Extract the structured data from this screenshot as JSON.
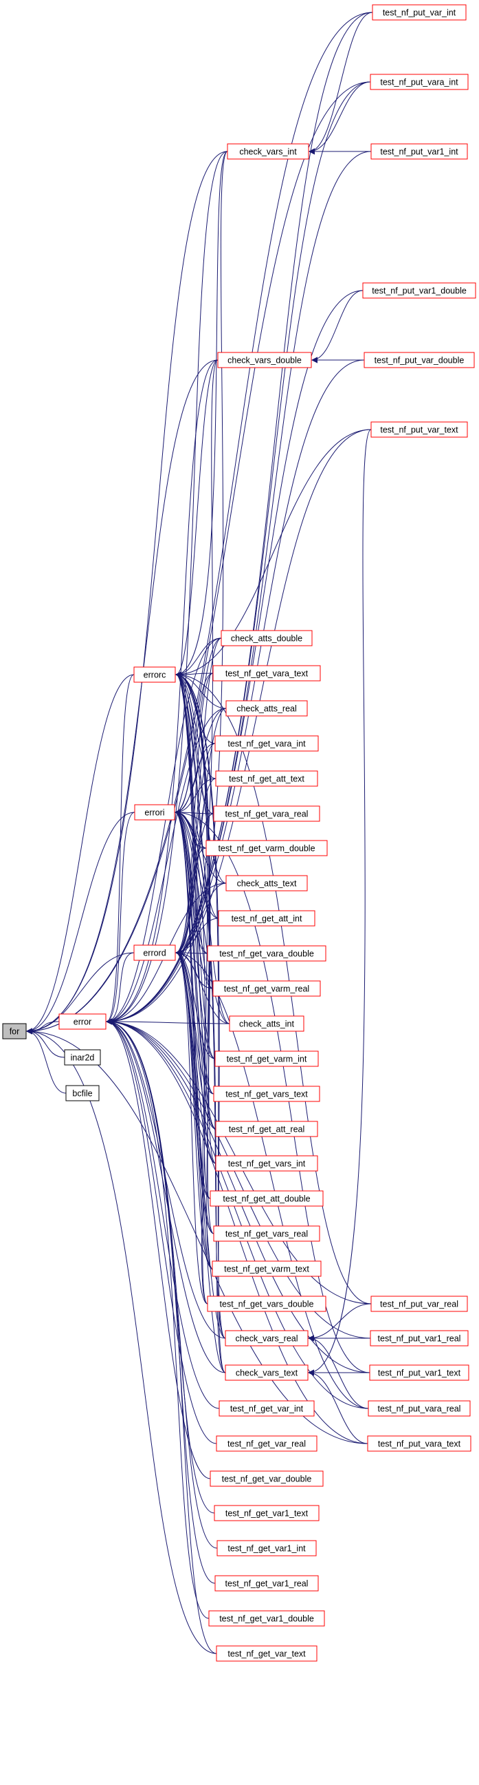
{
  "graph": {
    "edge_color": "#191970",
    "node_border_color": "#ff0000",
    "root_fill_color": "#bfbfbf",
    "nodes": [
      {
        "id": "for",
        "label": "for",
        "style": "root"
      },
      {
        "id": "error",
        "label": "error",
        "style": "red"
      },
      {
        "id": "inar2d",
        "label": "inar2d",
        "style": "black"
      },
      {
        "id": "bcfile",
        "label": "bcfile",
        "style": "black"
      },
      {
        "id": "errorc",
        "label": "errorc",
        "style": "red"
      },
      {
        "id": "errori",
        "label": "errori",
        "style": "red"
      },
      {
        "id": "errord",
        "label": "errord",
        "style": "red"
      },
      {
        "id": "check_vars_int",
        "label": "check_vars_int",
        "style": "red"
      },
      {
        "id": "check_vars_double",
        "label": "check_vars_double",
        "style": "red"
      },
      {
        "id": "check_atts_double",
        "label": "check_atts_double",
        "style": "red"
      },
      {
        "id": "test_nf_get_vara_text",
        "label": "test_nf_get_vara_text",
        "style": "red"
      },
      {
        "id": "check_atts_real",
        "label": "check_atts_real",
        "style": "red"
      },
      {
        "id": "test_nf_get_vara_int",
        "label": "test_nf_get_vara_int",
        "style": "red"
      },
      {
        "id": "test_nf_get_att_text",
        "label": "test_nf_get_att_text",
        "style": "red"
      },
      {
        "id": "test_nf_get_vara_real",
        "label": "test_nf_get_vara_real",
        "style": "red"
      },
      {
        "id": "test_nf_get_varm_double",
        "label": "test_nf_get_varm_double",
        "style": "red"
      },
      {
        "id": "check_atts_text",
        "label": "check_atts_text",
        "style": "red"
      },
      {
        "id": "test_nf_get_att_int",
        "label": "test_nf_get_att_int",
        "style": "red"
      },
      {
        "id": "test_nf_get_vara_double",
        "label": "test_nf_get_vara_double",
        "style": "red"
      },
      {
        "id": "test_nf_get_varm_real",
        "label": "test_nf_get_varm_real",
        "style": "red"
      },
      {
        "id": "check_atts_int",
        "label": "check_atts_int",
        "style": "red"
      },
      {
        "id": "test_nf_get_varm_int",
        "label": "test_nf_get_varm_int",
        "style": "red"
      },
      {
        "id": "test_nf_get_vars_text",
        "label": "test_nf_get_vars_text",
        "style": "red"
      },
      {
        "id": "test_nf_get_att_real",
        "label": "test_nf_get_att_real",
        "style": "red"
      },
      {
        "id": "test_nf_get_vars_int",
        "label": "test_nf_get_vars_int",
        "style": "red"
      },
      {
        "id": "test_nf_get_att_double",
        "label": "test_nf_get_att_double",
        "style": "red"
      },
      {
        "id": "test_nf_get_vars_real",
        "label": "test_nf_get_vars_real",
        "style": "red"
      },
      {
        "id": "test_nf_get_varm_text",
        "label": "test_nf_get_varm_text",
        "style": "red"
      },
      {
        "id": "test_nf_get_vars_double",
        "label": "test_nf_get_vars_double",
        "style": "red"
      },
      {
        "id": "check_vars_real",
        "label": "check_vars_real",
        "style": "red"
      },
      {
        "id": "check_vars_text",
        "label": "check_vars_text",
        "style": "red"
      },
      {
        "id": "test_nf_get_var_int",
        "label": "test_nf_get_var_int",
        "style": "red"
      },
      {
        "id": "test_nf_get_var_real",
        "label": "test_nf_get_var_real",
        "style": "red"
      },
      {
        "id": "test_nf_get_var_double",
        "label": "test_nf_get_var_double",
        "style": "red"
      },
      {
        "id": "test_nf_get_var1_text",
        "label": "test_nf_get_var1_text",
        "style": "red"
      },
      {
        "id": "test_nf_get_var1_int",
        "label": "test_nf_get_var1_int",
        "style": "red"
      },
      {
        "id": "test_nf_get_var1_real",
        "label": "test_nf_get_var1_real",
        "style": "red"
      },
      {
        "id": "test_nf_get_var1_double",
        "label": "test_nf_get_var1_double",
        "style": "red"
      },
      {
        "id": "test_nf_get_var_text",
        "label": "test_nf_get_var_text",
        "style": "red"
      },
      {
        "id": "test_nf_put_var_int",
        "label": "test_nf_put_var_int",
        "style": "red"
      },
      {
        "id": "test_nf_put_vara_int",
        "label": "test_nf_put_vara_int",
        "style": "red"
      },
      {
        "id": "test_nf_put_var1_int",
        "label": "test_nf_put_var1_int",
        "style": "red"
      },
      {
        "id": "test_nf_put_var1_double",
        "label": "test_nf_put_var1_double",
        "style": "red"
      },
      {
        "id": "test_nf_put_var_double",
        "label": "test_nf_put_var_double",
        "style": "red"
      },
      {
        "id": "test_nf_put_var_text",
        "label": "test_nf_put_var_text",
        "style": "red"
      },
      {
        "id": "test_nf_put_var_real",
        "label": "test_nf_put_var_real",
        "style": "red"
      },
      {
        "id": "test_nf_put_var1_real",
        "label": "test_nf_put_var1_real",
        "style": "red"
      },
      {
        "id": "test_nf_put_var1_text",
        "label": "test_nf_put_var1_text",
        "style": "red"
      },
      {
        "id": "test_nf_put_vara_real",
        "label": "test_nf_put_vara_real",
        "style": "red"
      },
      {
        "id": "test_nf_put_vara_text",
        "label": "test_nf_put_vara_text",
        "style": "red"
      }
    ],
    "edges": [
      [
        "error",
        "for"
      ],
      [
        "inar2d",
        "for"
      ],
      [
        "bcfile",
        "for"
      ],
      [
        "errorc",
        "for"
      ],
      [
        "errori",
        "for"
      ],
      [
        "errord",
        "for"
      ],
      [
        "check_vars_int",
        "for"
      ],
      [
        "check_vars_double",
        "for"
      ],
      [
        "test_nf_put_var_int",
        "for"
      ],
      [
        "test_nf_put_vara_int",
        "for"
      ],
      [
        "test_nf_get_var_text",
        "for"
      ],
      [
        "test_nf_put_vara_text",
        "for"
      ],
      [
        "errorc",
        "error"
      ],
      [
        "errori",
        "error"
      ],
      [
        "errord",
        "error"
      ],
      [
        "check_vars_int",
        "error"
      ],
      [
        "check_vars_double",
        "error"
      ],
      [
        "check_vars_real",
        "error"
      ],
      [
        "check_vars_text",
        "error"
      ],
      [
        "check_atts_double",
        "error"
      ],
      [
        "check_atts_real",
        "error"
      ],
      [
        "check_atts_text",
        "error"
      ],
      [
        "check_atts_int",
        "error"
      ],
      [
        "test_nf_get_var_int",
        "error"
      ],
      [
        "test_nf_get_var_real",
        "error"
      ],
      [
        "test_nf_get_var_double",
        "error"
      ],
      [
        "test_nf_get_var1_text",
        "error"
      ],
      [
        "test_nf_get_var1_int",
        "error"
      ],
      [
        "test_nf_get_var1_real",
        "error"
      ],
      [
        "test_nf_get_var1_double",
        "error"
      ],
      [
        "test_nf_get_var_text",
        "error"
      ],
      [
        "test_nf_put_var_int",
        "error"
      ],
      [
        "test_nf_put_vara_int",
        "error"
      ],
      [
        "test_nf_put_var1_int",
        "error"
      ],
      [
        "test_nf_put_var1_double",
        "error"
      ],
      [
        "test_nf_put_var_double",
        "error"
      ],
      [
        "test_nf_put_var_text",
        "error"
      ],
      [
        "test_nf_put_var_real",
        "error"
      ],
      [
        "test_nf_put_var1_real",
        "error"
      ],
      [
        "test_nf_put_var1_text",
        "error"
      ],
      [
        "test_nf_put_vara_real",
        "error"
      ],
      [
        "test_nf_put_vara_text",
        "error"
      ],
      [
        "check_vars_int",
        "errorc"
      ],
      [
        "check_vars_double",
        "errorc"
      ],
      [
        "check_atts_double",
        "errorc"
      ],
      [
        "test_nf_get_vara_text",
        "errorc"
      ],
      [
        "check_atts_real",
        "errorc"
      ],
      [
        "test_nf_get_vara_int",
        "errorc"
      ],
      [
        "test_nf_get_att_text",
        "errorc"
      ],
      [
        "test_nf_get_vara_real",
        "errorc"
      ],
      [
        "test_nf_get_varm_double",
        "errorc"
      ],
      [
        "check_atts_text",
        "errorc"
      ],
      [
        "test_nf_get_att_int",
        "errorc"
      ],
      [
        "test_nf_get_vara_double",
        "errorc"
      ],
      [
        "test_nf_get_varm_real",
        "errorc"
      ],
      [
        "check_atts_int",
        "errorc"
      ],
      [
        "test_nf_get_varm_int",
        "errorc"
      ],
      [
        "test_nf_get_vars_text",
        "errorc"
      ],
      [
        "test_nf_get_att_real",
        "errorc"
      ],
      [
        "test_nf_get_vars_int",
        "errorc"
      ],
      [
        "test_nf_get_att_double",
        "errorc"
      ],
      [
        "test_nf_get_vars_real",
        "errorc"
      ],
      [
        "test_nf_get_varm_text",
        "errorc"
      ],
      [
        "test_nf_get_vars_double",
        "errorc"
      ],
      [
        "check_vars_real",
        "errorc"
      ],
      [
        "check_vars_text",
        "errorc"
      ],
      [
        "test_nf_put_var_text",
        "errorc"
      ],
      [
        "test_nf_put_var_real",
        "errorc"
      ],
      [
        "check_atts_double",
        "errori"
      ],
      [
        "test_nf_get_vara_text",
        "errori"
      ],
      [
        "check_atts_real",
        "errori"
      ],
      [
        "test_nf_get_vara_int",
        "errori"
      ],
      [
        "test_nf_get_att_text",
        "errori"
      ],
      [
        "test_nf_get_vara_real",
        "errori"
      ],
      [
        "test_nf_get_varm_double",
        "errori"
      ],
      [
        "check_atts_text",
        "errori"
      ],
      [
        "test_nf_get_att_int",
        "errori"
      ],
      [
        "test_nf_get_vara_double",
        "errori"
      ],
      [
        "test_nf_get_varm_real",
        "errori"
      ],
      [
        "check_atts_int",
        "errori"
      ],
      [
        "test_nf_get_varm_int",
        "errori"
      ],
      [
        "test_nf_get_vars_text",
        "errori"
      ],
      [
        "test_nf_get_att_real",
        "errori"
      ],
      [
        "test_nf_get_vars_int",
        "errori"
      ],
      [
        "test_nf_get_att_double",
        "errori"
      ],
      [
        "test_nf_get_vars_real",
        "errori"
      ],
      [
        "test_nf_get_varm_text",
        "errori"
      ],
      [
        "test_nf_get_vars_double",
        "errori"
      ],
      [
        "check_vars_real",
        "errori"
      ],
      [
        "check_vars_text",
        "errori"
      ],
      [
        "test_nf_put_var1_text",
        "errori"
      ],
      [
        "check_vars_int",
        "errord"
      ],
      [
        "check_vars_double",
        "errord"
      ],
      [
        "check_atts_double",
        "errord"
      ],
      [
        "test_nf_get_vara_text",
        "errord"
      ],
      [
        "check_atts_real",
        "errord"
      ],
      [
        "test_nf_get_vara_int",
        "errord"
      ],
      [
        "test_nf_get_att_text",
        "errord"
      ],
      [
        "test_nf_get_vara_real",
        "errord"
      ],
      [
        "test_nf_get_varm_double",
        "errord"
      ],
      [
        "check_atts_text",
        "errord"
      ],
      [
        "test_nf_get_att_int",
        "errord"
      ],
      [
        "test_nf_get_vara_double",
        "errord"
      ],
      [
        "test_nf_get_varm_real",
        "errord"
      ],
      [
        "check_atts_int",
        "errord"
      ],
      [
        "test_nf_get_varm_int",
        "errord"
      ],
      [
        "test_nf_get_vars_text",
        "errord"
      ],
      [
        "test_nf_get_att_real",
        "errord"
      ],
      [
        "test_nf_get_vars_int",
        "errord"
      ],
      [
        "test_nf_get_att_double",
        "errord"
      ],
      [
        "test_nf_get_vars_real",
        "errord"
      ],
      [
        "test_nf_get_varm_text",
        "errord"
      ],
      [
        "test_nf_get_vars_double",
        "errord"
      ],
      [
        "check_vars_real",
        "errord"
      ],
      [
        "check_vars_text",
        "errord"
      ],
      [
        "test_nf_put_vara_real",
        "errord"
      ],
      [
        "test_nf_put_var_int",
        "check_vars_int"
      ],
      [
        "test_nf_put_vara_int",
        "check_vars_int"
      ],
      [
        "test_nf_put_var1_int",
        "check_vars_int"
      ],
      [
        "test_nf_put_var1_double",
        "check_vars_double"
      ],
      [
        "test_nf_put_var_double",
        "check_vars_double"
      ],
      [
        "test_nf_put_var_real",
        "check_vars_real"
      ],
      [
        "test_nf_put_var1_real",
        "check_vars_real"
      ],
      [
        "test_nf_put_vara_real",
        "check_vars_real"
      ],
      [
        "test_nf_put_var_text",
        "check_vars_text"
      ],
      [
        "test_nf_put_var1_text",
        "check_vars_text"
      ],
      [
        "test_nf_put_vara_text",
        "check_vars_text"
      ]
    ]
  }
}
